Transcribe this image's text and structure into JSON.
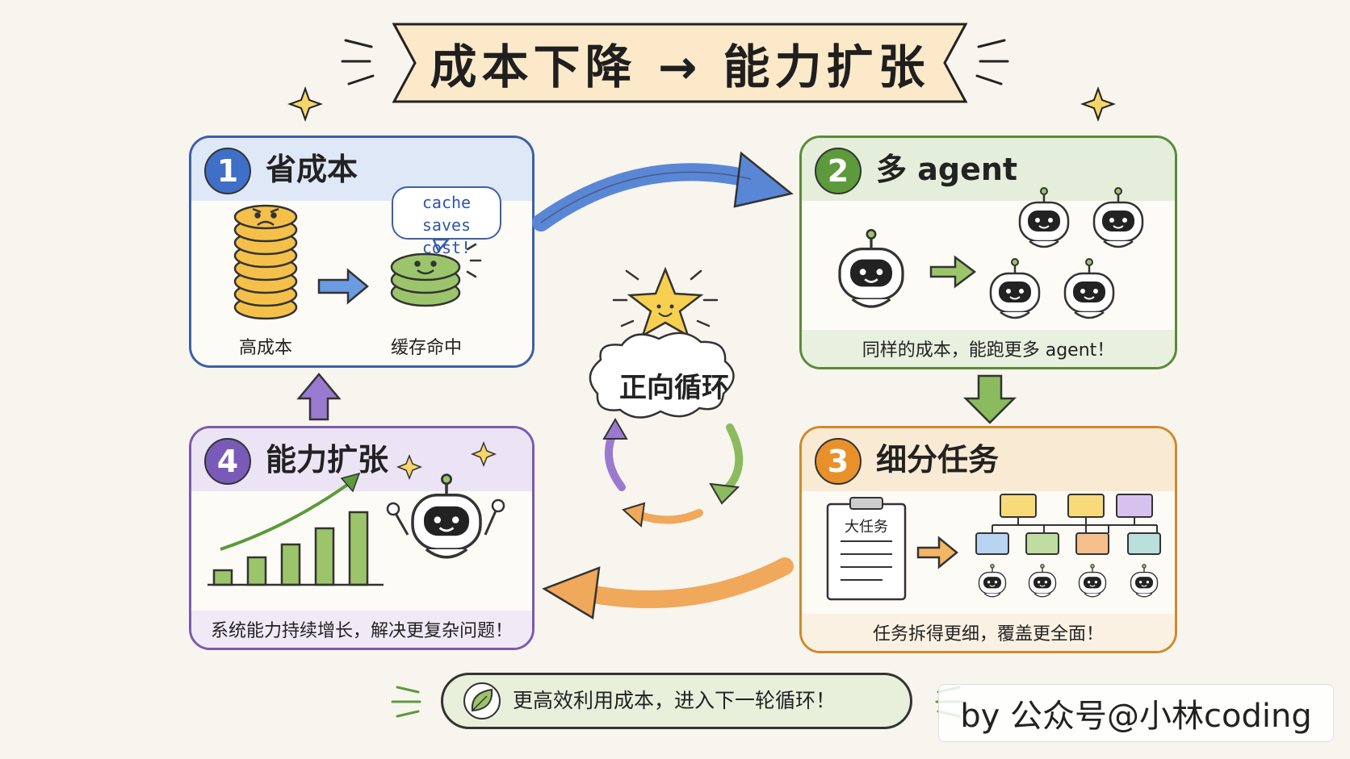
{
  "title": "成本下降 → 能力扩张",
  "cards": [
    {
      "number": "1",
      "title": "省成本",
      "left_caption": "高成本",
      "right_caption": "缓存命中",
      "bubble": [
        "cache",
        "saves cost!"
      ]
    },
    {
      "number": "2",
      "title": "多 agent",
      "footer": "同样的成本，能跑更多 agent！"
    },
    {
      "number": "3",
      "title": "细分任务",
      "doc_label": "大任务",
      "footer": "任务拆得更细，覆盖更全面！"
    },
    {
      "number": "4",
      "title": "能力扩张",
      "footer": "系统能力持续增长，解决更复杂问题！"
    }
  ],
  "center": {
    "label": "正向循环"
  },
  "footer": {
    "text": "更高效利用成本，进入下一轮循环！"
  },
  "watermark": "by 公众号@小林coding",
  "colors": {
    "blue": "#3f6fc7",
    "green": "#5c9a3c",
    "orange": "#e8912a",
    "purple": "#7a5ab8"
  }
}
